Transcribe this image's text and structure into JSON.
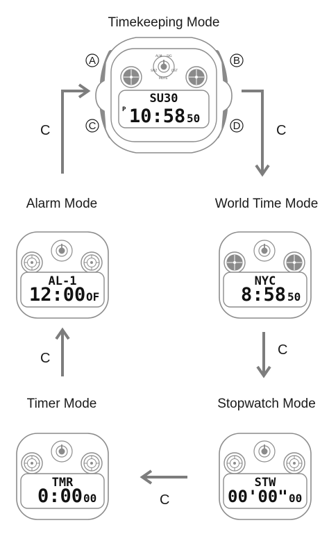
{
  "modes": {
    "timekeeping": {
      "label": "Timekeeping Mode",
      "top": "SU30",
      "main": "10:58",
      "sec": "50",
      "indicator": "P"
    },
    "world_time": {
      "label": "World Time Mode",
      "top": "NYC",
      "main": "8:58",
      "sec": "50"
    },
    "alarm": {
      "label": "Alarm Mode",
      "top": "AL-1",
      "main": "12:00",
      "sec": "OF"
    },
    "stopwatch": {
      "label": "Stopwatch Mode",
      "top": "STW",
      "main": "00'00\"",
      "sec": "00"
    },
    "timer": {
      "label": "Timer Mode",
      "top": "TMR",
      "main": "0:00",
      "sec": "00"
    }
  },
  "buttons": {
    "a": "A",
    "b": "B",
    "c": "C",
    "d": "D"
  },
  "transitions": {
    "timekeeping_to_world_time": "C",
    "world_time_to_stopwatch": "C",
    "stopwatch_to_timer": "C",
    "timer_to_alarm": "C",
    "alarm_to_timekeeping": "C"
  },
  "dial_labels": {
    "alm": "ALM",
    "sig": "SIG",
    "snz": "SNZ",
    "mute": "MUTE",
    "dst": "DST"
  },
  "colors": {
    "arrow": "#7d7d7d",
    "outline": "#8c8c8c",
    "dial_fill": "#888888",
    "lcd_text": "#111111"
  }
}
